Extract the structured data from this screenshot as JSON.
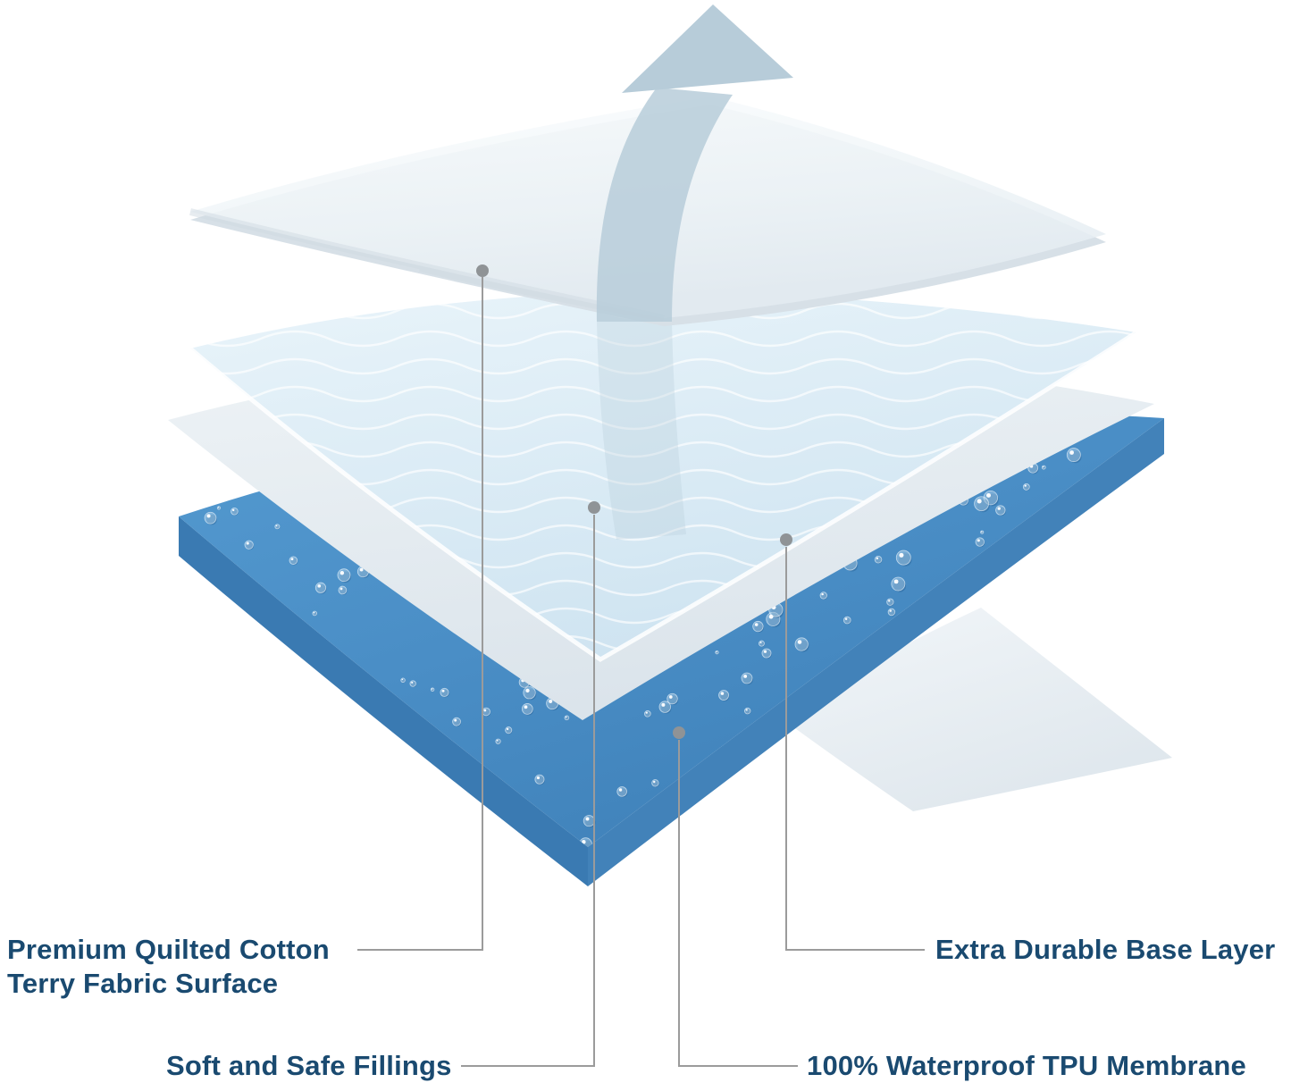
{
  "labels": {
    "terry": "Premium Quilted Cotton\nTerry Fabric Surface",
    "fillings": "Soft and Safe Fillings",
    "base": "Extra Durable Base Layer",
    "membrane": "100% Waterproof TPU Membrane"
  },
  "colors": {
    "label_text": "#1a4a70",
    "callout_line": "#9b9b9b",
    "callout_dot": "#8f9396",
    "arrow": "#b7ccd9",
    "top_sheet": "#f2f7fa",
    "quilt_layer": "#dcebf5",
    "membrane_layer": "#e8eef3",
    "waterproof_layer": "#4a8ec6",
    "waterproof_layer_side": "#3a7ab2"
  },
  "icons": {
    "airflow_arrow": "arrow-up"
  }
}
